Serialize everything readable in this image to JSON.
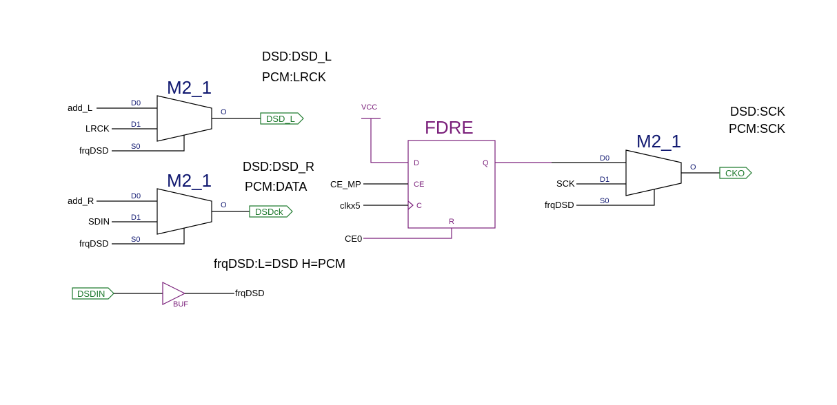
{
  "notes": {
    "mux1_l1": "DSD:DSD_L",
    "mux1_l2": "PCM:LRCK",
    "mux2_l1": "DSD:DSD_R",
    "mux2_l2": "PCM:DATA",
    "mux3_l1": "DSD:SCK",
    "mux3_l2": "PCM:SCK",
    "frq": "frqDSD:L=DSD H=PCM"
  },
  "mux1": {
    "name": "M2_1",
    "in0": "add_L",
    "in1": "LRCK",
    "sel": "frqDSD",
    "pin_d0": "D0",
    "pin_d1": "D1",
    "pin_s0": "S0",
    "pin_o": "O",
    "out_port": "DSD_L"
  },
  "mux2": {
    "name": "M2_1",
    "in0": "add_R",
    "in1": "SDIN",
    "sel": "frqDSD",
    "pin_d0": "D0",
    "pin_d1": "D1",
    "pin_s0": "S0",
    "pin_o": "O",
    "out_port": "DSDck"
  },
  "mux3": {
    "name": "M2_1",
    "in1": "SCK",
    "sel": "frqDSD",
    "pin_d0": "D0",
    "pin_d1": "D1",
    "pin_s0": "S0",
    "pin_o": "O",
    "out_port": "CKO"
  },
  "ff": {
    "name": "FDRE",
    "vcc": "VCC",
    "pin_d": "D",
    "pin_ce": "CE",
    "pin_c": "C",
    "pin_r": "R",
    "pin_q": "Q",
    "net_ce": "CE_MP",
    "net_clk": "clkx5",
    "net_r": "CE0"
  },
  "buf": {
    "name": "BUF",
    "in_port": "DSDIN",
    "out_net": "frqDSD"
  },
  "colors": {
    "wire": "#000000",
    "mux_label": "#101870",
    "ff_body": "#7a1f7a",
    "io_port": "#1f7a2e"
  }
}
